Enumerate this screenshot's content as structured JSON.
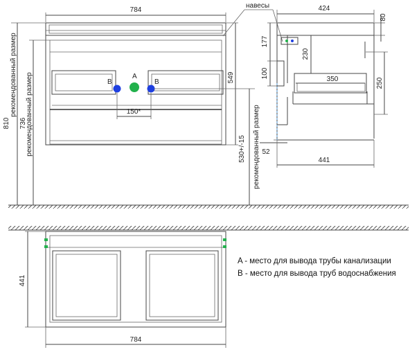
{
  "front_view": {
    "width": "784",
    "height_total": "810",
    "height_recommended": "736",
    "recommended_label": "рекомендованный размер",
    "cabinet_height": "549",
    "mount_height": "530+/-15",
    "pipe_spacing": "150*",
    "label_a": "A",
    "label_b": "B",
    "pipe_colors": {
      "a": "#22b14c",
      "b": "#1e3fe0"
    }
  },
  "side_view": {
    "hinges_label": "навесы",
    "depth_top": "424",
    "top_thickness": "80",
    "upper_offset": "177",
    "hanger_height": "100",
    "upper_inner": "230",
    "drawer_depth": "350",
    "right_height": "250",
    "bottom_offset": "52",
    "depth_bottom": "441"
  },
  "top_view": {
    "depth": "441",
    "width": "784"
  },
  "legend": {
    "a": "A - место для вывода трубы канализации",
    "b": "B - место для вывода труб водоснабжения"
  }
}
